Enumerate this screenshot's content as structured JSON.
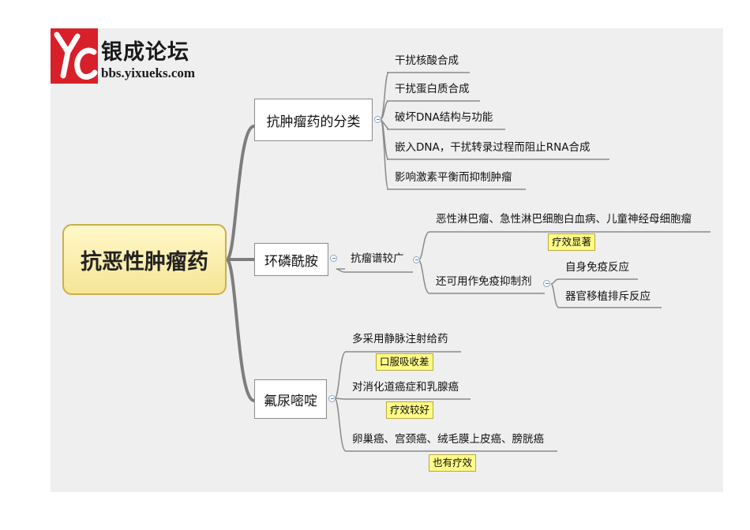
{
  "logo": {
    "name": "银成论坛",
    "url": "bbs.yixueks.com"
  },
  "mindmap": {
    "root": "抗恶性肿瘤药",
    "categories": {
      "label": "抗肿瘤药的分类",
      "items": [
        "干扰核酸合成",
        "干扰蛋白质合成",
        "破坏DNA结构与功能",
        "嵌入DNA，干扰转录过程而阻止RNA合成",
        "影响激素平衡而抑制肿瘤"
      ]
    },
    "cyclophosphamide": {
      "label": "环磷酰胺",
      "broad": "抗瘤谱较广",
      "indications": "恶性淋巴瘤、急性淋巴细胞白血病、儿童神经母细胞瘤",
      "indications_note": "疗效显著",
      "immuno": "还可用作免疫抑制剂",
      "immuno_items": [
        "自身免疫反应",
        "器官移植排斥反应"
      ]
    },
    "fluorouracil": {
      "label": "氟尿嘧啶",
      "items": [
        {
          "text": "多采用静脉注射给药",
          "note": "口服吸收差"
        },
        {
          "text": "对消化道癌症和乳腺癌",
          "note": "疗效较好"
        },
        {
          "text": "卵巢癌、宫颈癌、绒毛膜上皮癌、膀胱癌",
          "note": "也有疗效"
        }
      ]
    }
  }
}
